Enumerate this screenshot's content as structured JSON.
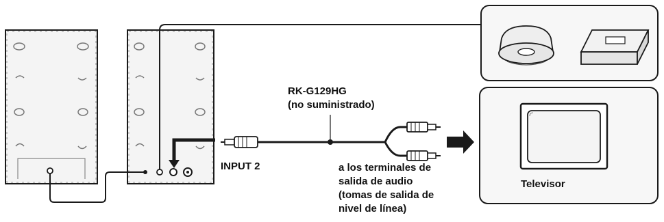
{
  "labels": {
    "cable_model": "RK-G129HG",
    "cable_note": "(no suministrado)",
    "input": "INPUT 2",
    "destination_lines": [
      "a los terminales de",
      "salida de audio",
      "(tomas de salida de",
      "nivel de línea)"
    ],
    "tv": "Televisor"
  },
  "colors": {
    "line": "#1a1a1a",
    "speaker_fill": "#f4f4f4",
    "device_fill": "#f7f7f7"
  },
  "icons": {
    "arrow": "right-arrow",
    "insert_arrow": "down-arrow"
  }
}
